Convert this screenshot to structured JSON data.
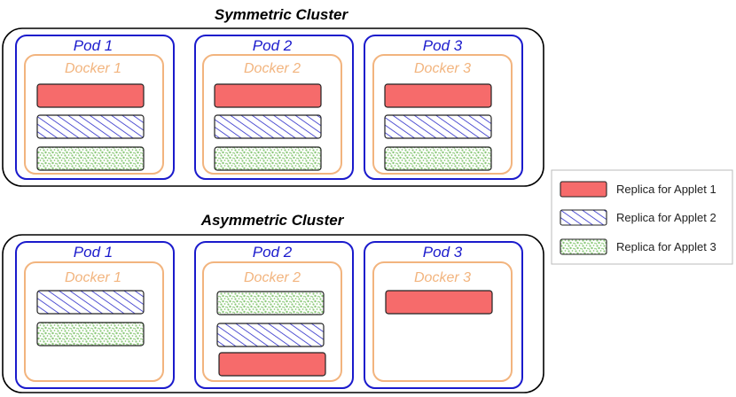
{
  "colors": {
    "cluster_border": "#000000",
    "pod_border": "#1a1acc",
    "docker_border": "#f2b47e",
    "applet1_fill": "#f66b6b",
    "applet2_hatch": "#2a2ac8",
    "applet3_dots": "#8cc97a",
    "legend_border": "#bbbbbb"
  },
  "symmetric": {
    "title": "Symmetric Cluster",
    "pods": [
      {
        "pod": "Pod 1",
        "docker": "Docker 1",
        "replicas": [
          "applet1",
          "applet2",
          "applet3"
        ]
      },
      {
        "pod": "Pod 2",
        "docker": "Docker 2",
        "replicas": [
          "applet1",
          "applet2",
          "applet3"
        ]
      },
      {
        "pod": "Pod 3",
        "docker": "Docker 3",
        "replicas": [
          "applet1",
          "applet2",
          "applet3"
        ]
      }
    ]
  },
  "asymmetric": {
    "title": "Asymmetric Cluster",
    "pods": [
      {
        "pod": "Pod 1",
        "docker": "Docker 1",
        "replicas": [
          "applet2",
          "applet3"
        ]
      },
      {
        "pod": "Pod 2",
        "docker": "Docker 2",
        "replicas": [
          "applet3",
          "applet2",
          "applet1"
        ]
      },
      {
        "pod": "Pod 3",
        "docker": "Docker 3",
        "replicas": [
          "applet1"
        ]
      }
    ]
  },
  "legend": {
    "items": [
      {
        "key": "applet1",
        "label": "Replica for Applet 1"
      },
      {
        "key": "applet2",
        "label": "Replica for Applet 2"
      },
      {
        "key": "applet3",
        "label": "Replica for Applet 3"
      }
    ]
  }
}
